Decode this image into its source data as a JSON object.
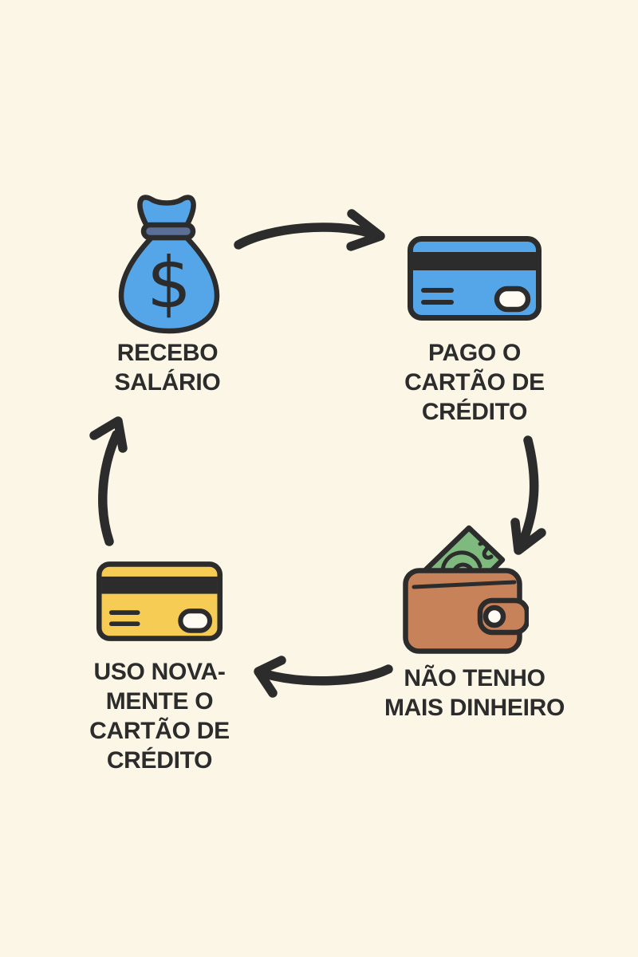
{
  "colors": {
    "background": "#FBF6E6",
    "ink": "#2C2C2C",
    "money_bag_blue": "#55A6E9",
    "bag_tie_slate": "#5A6E96",
    "card_blue": "#55A6E9",
    "card_yellow": "#F6CC54",
    "wallet_brown": "#C8825A",
    "money_green": "#7EB97D",
    "chip_white": "#FDFBF2"
  },
  "cycle": {
    "topic": "credit-card-debt-cycle",
    "currency_symbol": "$",
    "steps": [
      {
        "name": "receive-salary",
        "icon": "money-bag-icon",
        "label": "RECEBO SALÁRIO",
        "lines": [
          "RECEBO",
          "SALÁRIO"
        ]
      },
      {
        "name": "pay-credit-card",
        "icon": "credit-card-blue-icon",
        "label": "PAGO O CARTÃO DE CRÉDITO",
        "lines": [
          "PAGO O",
          "CARTÃO DE",
          "CRÉDITO"
        ]
      },
      {
        "name": "no-money-left",
        "icon": "wallet-money-icon",
        "label": "NÃO TENHO MAIS DINHEIRO",
        "lines": [
          "NÃO TENHO",
          "MAIS DINHEIRO"
        ]
      },
      {
        "name": "use-card-again",
        "icon": "credit-card-yellow-icon",
        "label": "USO NOVAMENTE O CARTÃO DE CRÉDITO",
        "lines": [
          "USO NOVA-",
          "MENTE O",
          "CARTÃO DE",
          "CRÉDITO"
        ]
      }
    ],
    "arrows": [
      {
        "name": "arrow-salary-to-payment",
        "direction": "right"
      },
      {
        "name": "arrow-payment-to-no-money",
        "direction": "down"
      },
      {
        "name": "arrow-no-money-to-use-again",
        "direction": "left"
      },
      {
        "name": "arrow-use-again-to-salary",
        "direction": "up"
      }
    ]
  }
}
